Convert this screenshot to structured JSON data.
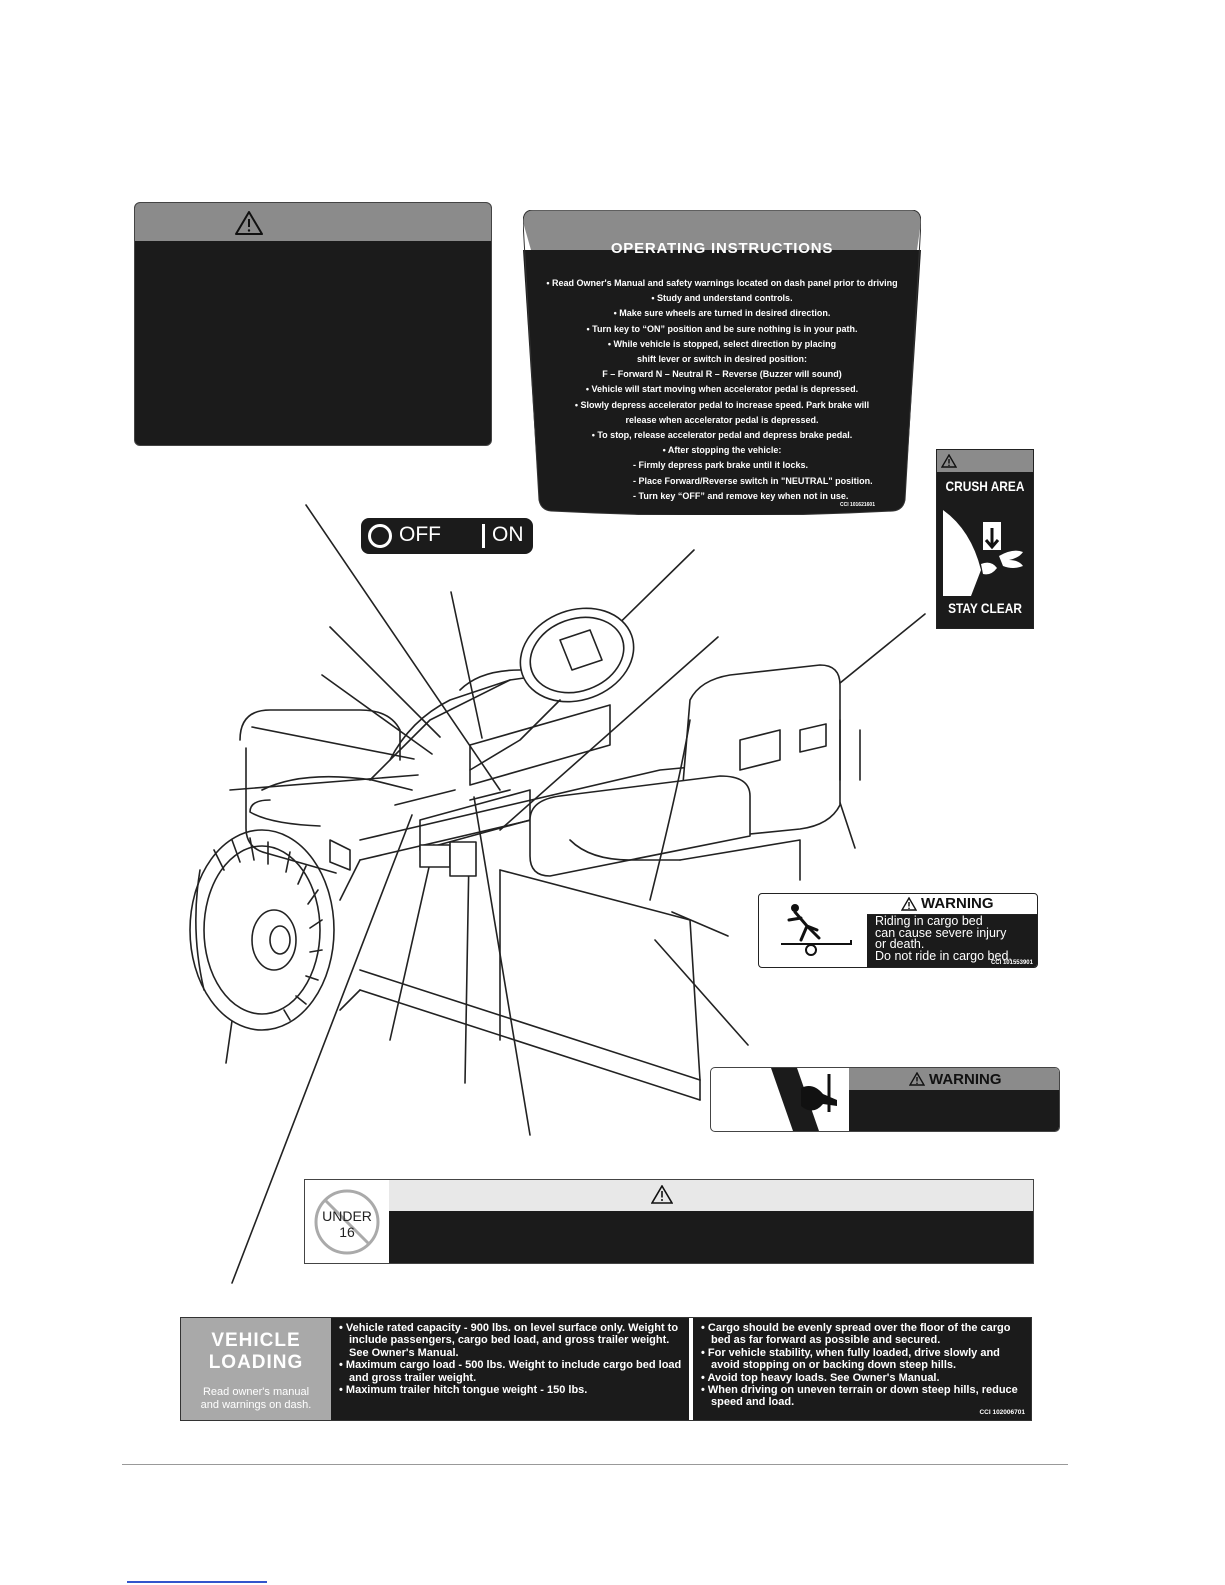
{
  "operating_instructions": {
    "title": "OPERATING INSTRUCTIONS",
    "lines": [
      "• Read Owner's Manual and safety warnings located on dash panel prior to driving",
      "• Study and understand controls.",
      "• Make sure  wheels are turned in desired direction.",
      "• Turn key to “ON” position and be sure nothing is in your path.",
      "• While vehicle is stopped, select direction by placing",
      "shift lever or switch in desired position:",
      "F – Forward     N – Neutral     R – Reverse (Buzzer will sound)",
      "• Vehicle will start moving when accelerator pedal is depressed.",
      "• Slowly depress accelerator pedal to increase speed. Park brake will",
      "release when accelerator pedal is depressed.",
      "• To stop, release accelerator pedal and depress brake pedal.",
      "• After stopping the vehicle:",
      "- Firmly depress park brake until it locks.",
      "- Place Forward/Reverse switch in \"NEUTRAL\" position.",
      "- Turn key “OFF” and remove key when not in use."
    ],
    "code": "CCI 101621601"
  },
  "switch_decal": {
    "off": "OFF",
    "on": "ON"
  },
  "crush_decal": {
    "top": "CRUSH AREA",
    "bottom": "STAY CLEAR"
  },
  "cargo_warning": {
    "header": "WARNING",
    "lines": [
      "Riding in cargo bed",
      "can cause severe injury",
      "or death.",
      "Do not ride in cargo bed."
    ],
    "code": "CCI 101553901"
  },
  "pinch_warning": {
    "header": "WARNING"
  },
  "under16": {
    "line1": "UNDER",
    "line2": "16"
  },
  "vehicle_loading": {
    "title_line1": "VEHICLE",
    "title_line2": "LOADING",
    "subtitle_line1": "Read owner's manual",
    "subtitle_line2": "and warnings on dash.",
    "middle": [
      "• Vehicle rated capacity - 900 lbs. on level surface only. Weight to include passengers, cargo bed load, and gross trailer weight.  See Owner's Manual.",
      "• Maximum cargo load - 500 lbs. Weight to include cargo bed load and gross trailer weight.",
      "• Maximum trailer hitch tongue weight - 150 lbs."
    ],
    "right": [
      "• Cargo should be evenly spread over the floor of the cargo bed as far forward as possible and secured.",
      "• For vehicle stability, when fully loaded, drive slowly and avoid stopping on or backing down steep hills.",
      "• Avoid top heavy loads.  See Owner's Manual.",
      "• When driving on uneven terrain or down steep hills, reduce speed and load."
    ],
    "code": "CCI 102006701"
  }
}
